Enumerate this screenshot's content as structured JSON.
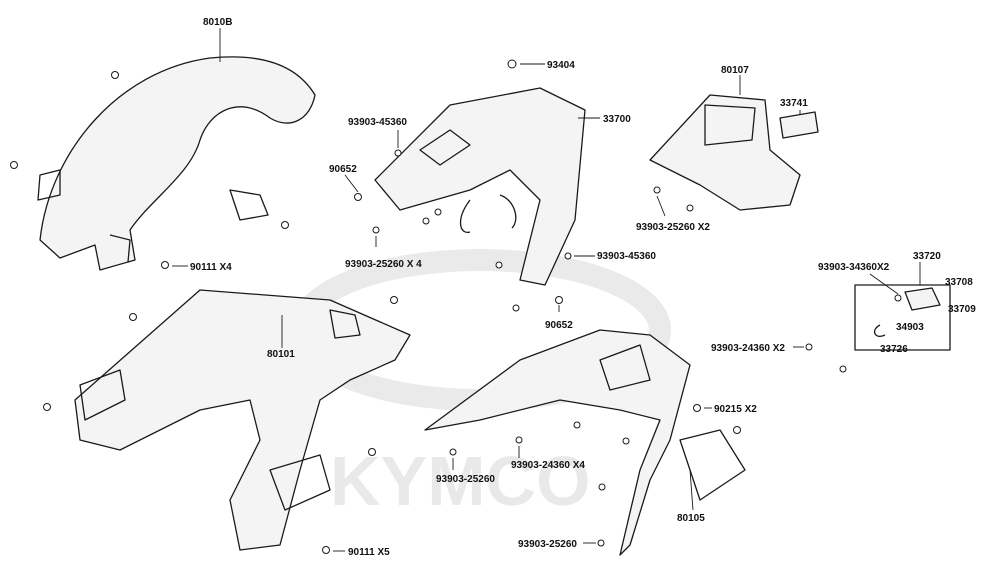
{
  "watermark": {
    "text": "KYMCO"
  },
  "labels": {
    "p8010B": "8010B",
    "p90111x4": "90111  X4",
    "p93404": "93404",
    "p33700": "33700",
    "p93903_45360_a": "93903-45360",
    "p90652_a": "90652",
    "p93903_25260x4": "93903-25260 X 4",
    "p93903_45360_b": "93903-45360",
    "p90652_b": "90652",
    "p80107": "80107",
    "p33741": "33741",
    "p93903_25260x2": "93903-25260 X2",
    "p93903_34360x2": "93903-34360X2",
    "p33720": "33720",
    "p33708": "33708",
    "p33709": "33709",
    "p34903": "34903",
    "p33726": "33726",
    "p80101": "80101",
    "p93903_24360x2": "93903-24360 X2",
    "p90215x2": "90215  X2",
    "p93903_24360x4": "93903-24360 X4",
    "p93903_25260_a": "93903-25260",
    "p80105": "80105",
    "p93903_25260_b": "93903-25260",
    "p90111x5": "90111  X5"
  },
  "colors": {
    "line": "#1a1a1a",
    "watermark": "#cfcfcf",
    "background": "#ffffff"
  }
}
